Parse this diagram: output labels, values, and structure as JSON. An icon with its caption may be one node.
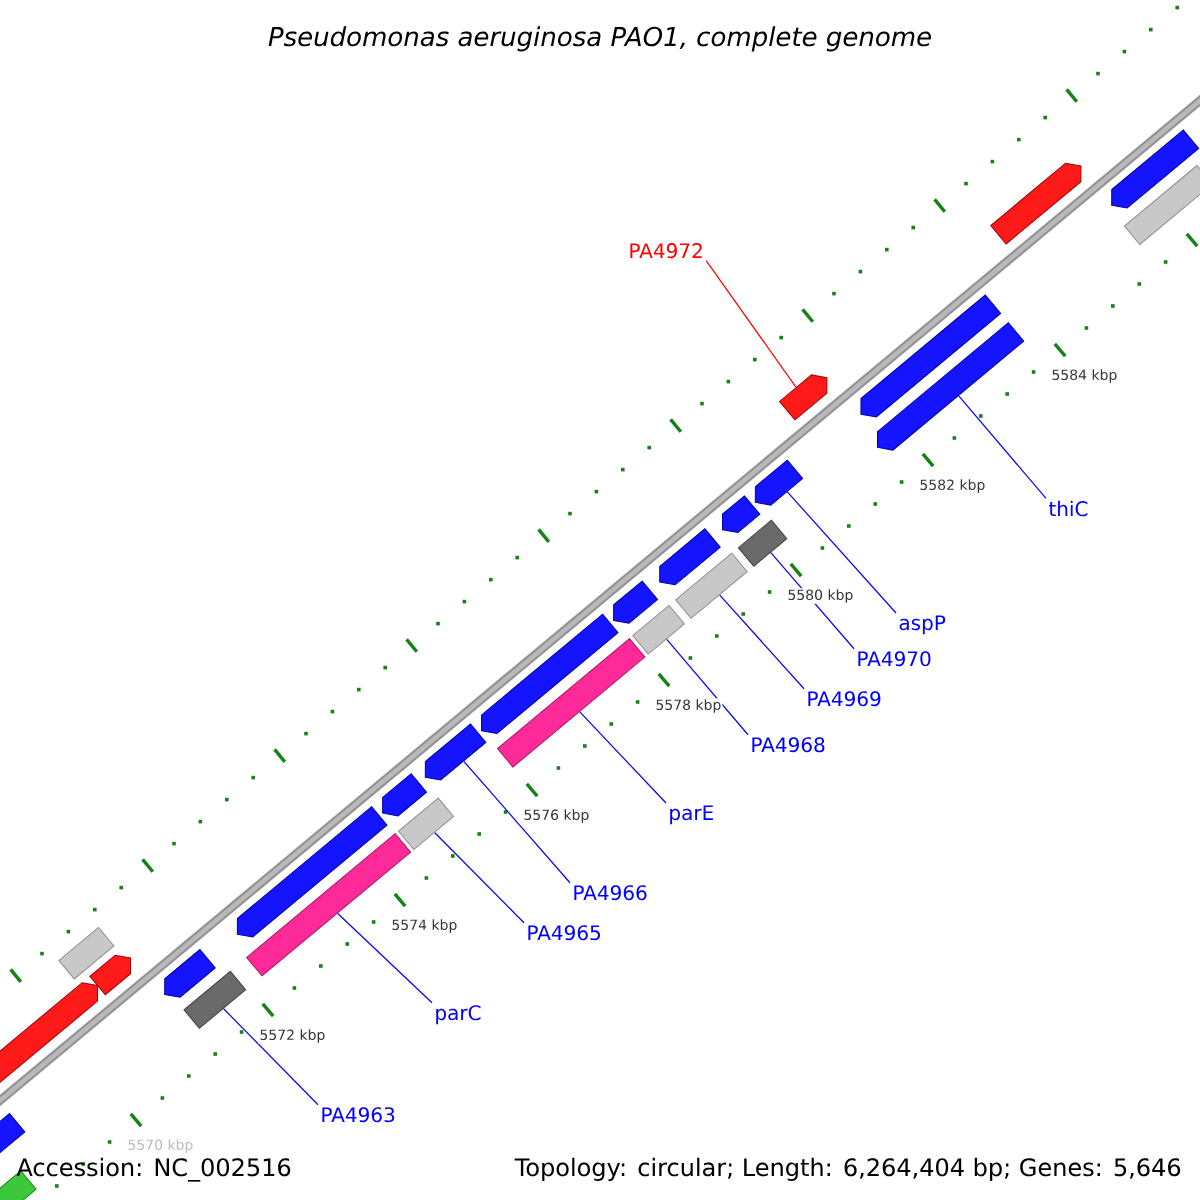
{
  "diagram": {
    "title": "Pseudomonas aeruginosa PAO1, complete genome",
    "nodes": [
      {
        "text": [
          "PA4972"
        ]
      },
      {
        "text": [
          "thiC"
        ]
      },
      {
        "text": [
          "aspP"
        ]
      },
      {
        "text": [
          "PA4970"
        ]
      },
      {
        "text": [
          "PA4969"
        ]
      },
      {
        "text": [
          "PA4968"
        ]
      },
      {
        "text": [
          "parE"
        ]
      },
      {
        "text": [
          "PA4966"
        ]
      },
      {
        "text": [
          "PA4965"
        ]
      },
      {
        "text": [
          "parC"
        ]
      },
      {
        "text": [
          "PA4963"
        ]
      },
      {
        "text": [],
        "shape": "bar"
      },
      {
        "text": [],
        "shape": "bar"
      },
      {
        "text": [],
        "shape": "pentagon"
      },
      {
        "text": [],
        "shape": "bar"
      },
      {
        "text": [],
        "shape": "pentagon"
      },
      {
        "text": [],
        "shape": "pentagon"
      },
      {
        "text": [],
        "shape": "bar"
      },
      {
        "text": [],
        "shape": "pentagon"
      },
      {
        "text": [],
        "shape": "bar"
      },
      {
        "text": [],
        "shape": "bar"
      },
      {
        "text": [],
        "shape": "pentagon"
      },
      {
        "text": [],
        "shape": "pentagon"
      },
      {
        "text": [],
        "shape": "bar"
      },
      {
        "text": [],
        "shape": "pentagon"
      },
      {
        "text": [],
        "shape": "bar"
      },
      {
        "text": [],
        "shape": "pentagon"
      },
      {
        "text": [],
        "shape": "bar"
      },
      {
        "text": [],
        "shape": "pentagon"
      },
      {
        "text": [],
        "shape": "bar"
      },
      {
        "text": [],
        "shape": "pentagon"
      },
      {
        "text": [],
        "shape": "pentagon"
      },
      {
        "text": [],
        "shape": "pentagon"
      },
      {
        "text": [],
        "shape": "pentagon"
      },
      {
        "text": [],
        "shape": "pentagon"
      },
      {
        "text": [],
        "shape": "pentagon"
      },
      {
        "text": [],
        "shape": "bar"
      },
      {
        "text": [],
        "shape": "pentagon"
      }
    ],
    "edges": [
      {
        "from": 0,
        "to": 32,
        "arrow": "none",
        "color": "#ff0000"
      },
      {
        "from": 1,
        "to": 34,
        "arrow": "none"
      },
      {
        "from": 2,
        "to": 31,
        "arrow": "none"
      },
      {
        "from": 3,
        "to": 29,
        "arrow": "none"
      },
      {
        "from": 4,
        "to": 27,
        "arrow": "none"
      },
      {
        "from": 5,
        "to": 25,
        "arrow": "none"
      },
      {
        "from": 6,
        "to": 23,
        "arrow": "none"
      },
      {
        "from": 7,
        "to": 22,
        "arrow": "none"
      },
      {
        "from": 8,
        "to": 20,
        "arrow": "none"
      },
      {
        "from": 9,
        "to": 19,
        "arrow": "none"
      },
      {
        "from": 10,
        "to": 17,
        "arrow": "none"
      }
    ],
    "labels": [
      "5584 kbp",
      "5582 kbp",
      "5580 kbp",
      "5578 kbp",
      "5576 kbp",
      "5574 kbp",
      "5572 kbp",
      "5570 kbp",
      "Accession: NC_002516",
      "Topology: circular; Length: 6,264,404 bp; Genes: 5,646"
    ]
  }
}
